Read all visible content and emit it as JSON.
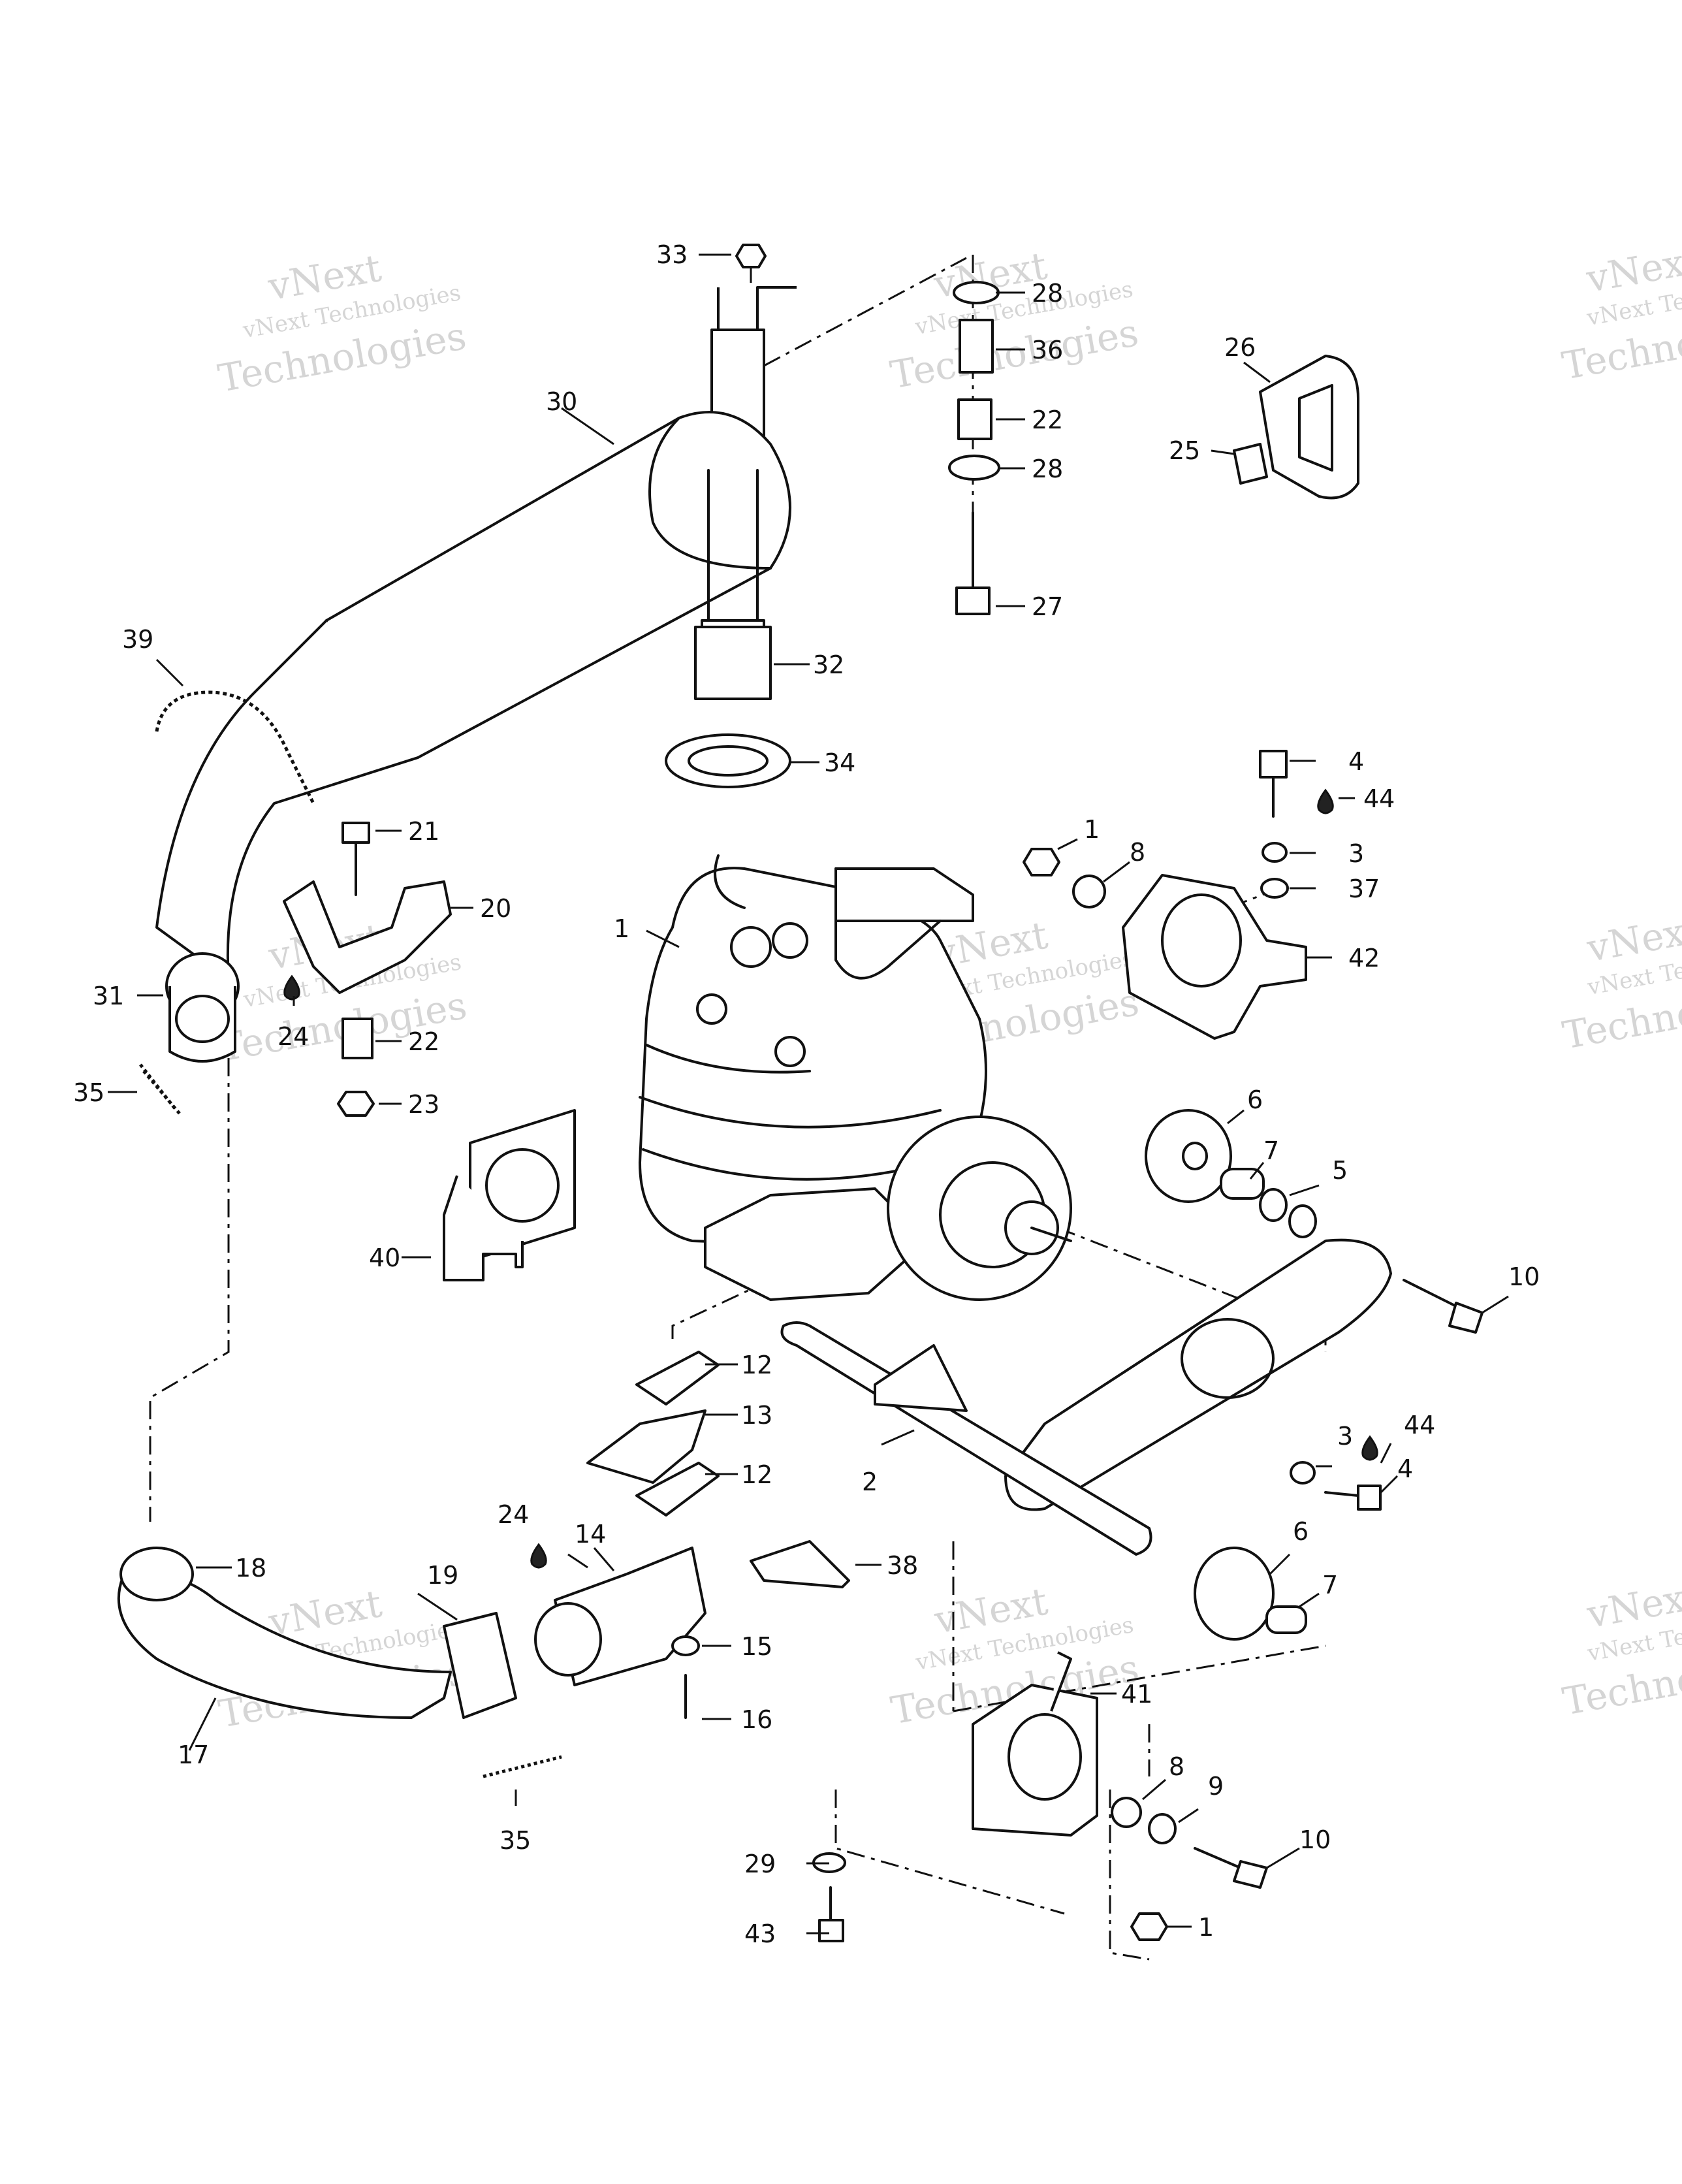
{
  "watermark": {
    "line1": "vNext",
    "line2": "vNext Technologies",
    "line3": "Technologies"
  },
  "callouts": {
    "c1a": "1",
    "c1b": "1",
    "c1c": "1",
    "c2": "2",
    "c3a": "3",
    "c3b": "3",
    "c4a": "4",
    "c4b": "4",
    "c5": "5",
    "c6a": "6",
    "c6b": "6",
    "c7a": "7",
    "c7b": "7",
    "c8a": "8",
    "c8b": "8",
    "c9": "9",
    "c10a": "10",
    "c10b": "10",
    "c12a": "12",
    "c12b": "12",
    "c13": "13",
    "c14": "14",
    "c15": "15",
    "c16": "16",
    "c17": "17",
    "c18": "18",
    "c19": "19",
    "c20": "20",
    "c21": "21",
    "c22a": "22",
    "c22b": "22",
    "c23": "23",
    "c24a": "24",
    "c24b": "24",
    "c25": "25",
    "c26": "26",
    "c27": "27",
    "c28a": "28",
    "c28b": "28",
    "c29": "29",
    "c30": "30",
    "c31": "31",
    "c32": "32",
    "c33": "33",
    "c34": "34",
    "c35a": "35",
    "c35b": "35",
    "c36": "36",
    "c37": "37",
    "c38": "38",
    "c39": "39",
    "c40": "40",
    "c41": "41",
    "c42": "42",
    "c43": "43",
    "c44a": "44",
    "c44b": "44"
  },
  "icons": [
    "sealant-drop-icon"
  ]
}
